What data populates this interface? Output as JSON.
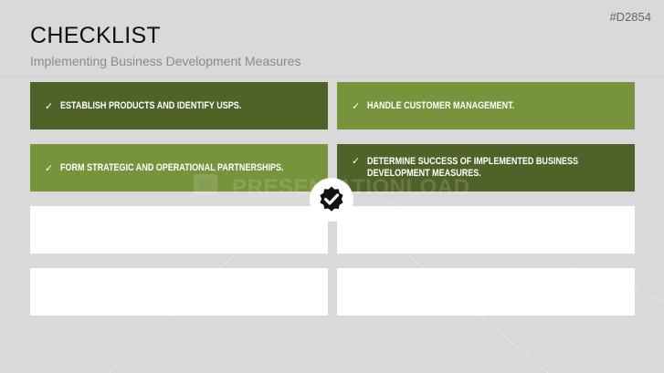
{
  "slide": {
    "title": "CHECKLIST",
    "subtitle": "Implementing Business Development Measures",
    "code": "#D2854"
  },
  "checklist": {
    "check_mark": "✓",
    "items": [
      {
        "lines": [
          "ESTABLISH PRODUCTS AND IDENTIFY USPS."
        ]
      },
      {
        "lines": [
          "HANDLE CUSTOMER MANAGEMENT."
        ]
      },
      {
        "lines": [
          "FORM STRATEGIC AND OPERATIONAL PARTNERSHIPS."
        ]
      },
      {
        "lines": [
          "DETERMINE SUCCESS OF IMPLEMENTED BUSINESS",
          "DEVELOPMENT MEASURES."
        ]
      }
    ]
  },
  "colors": {
    "dark_green": "#4f6228",
    "light_green": "#77933c",
    "background": "#d9d9d9",
    "empty_card": "#ffffff"
  },
  "watermark": {
    "text": "PRESENTATIONLOAD"
  },
  "center_badge": {
    "icon": "verified-check-badge-icon"
  }
}
